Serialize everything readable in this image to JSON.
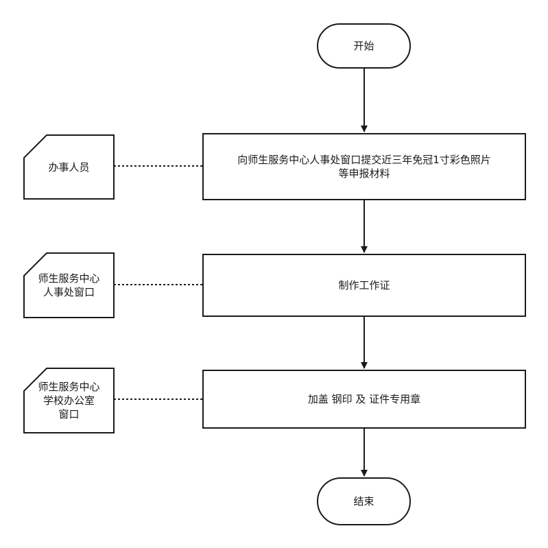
{
  "flow": {
    "start": "开始",
    "end": "结束",
    "steps": [
      "向师生服务中心人事处窗口提交近三年免冠1寸彩色照片\n等申报材料",
      "制作工作证",
      "加盖 钢印 及 证件专用章"
    ]
  },
  "actors": [
    "办事人员",
    "师生服务中心\n人事处窗口",
    "师生服务中心\n学校办公室\n窗口"
  ],
  "colors": {
    "stroke": "#1a1a1a",
    "fill": "#ffffff"
  }
}
